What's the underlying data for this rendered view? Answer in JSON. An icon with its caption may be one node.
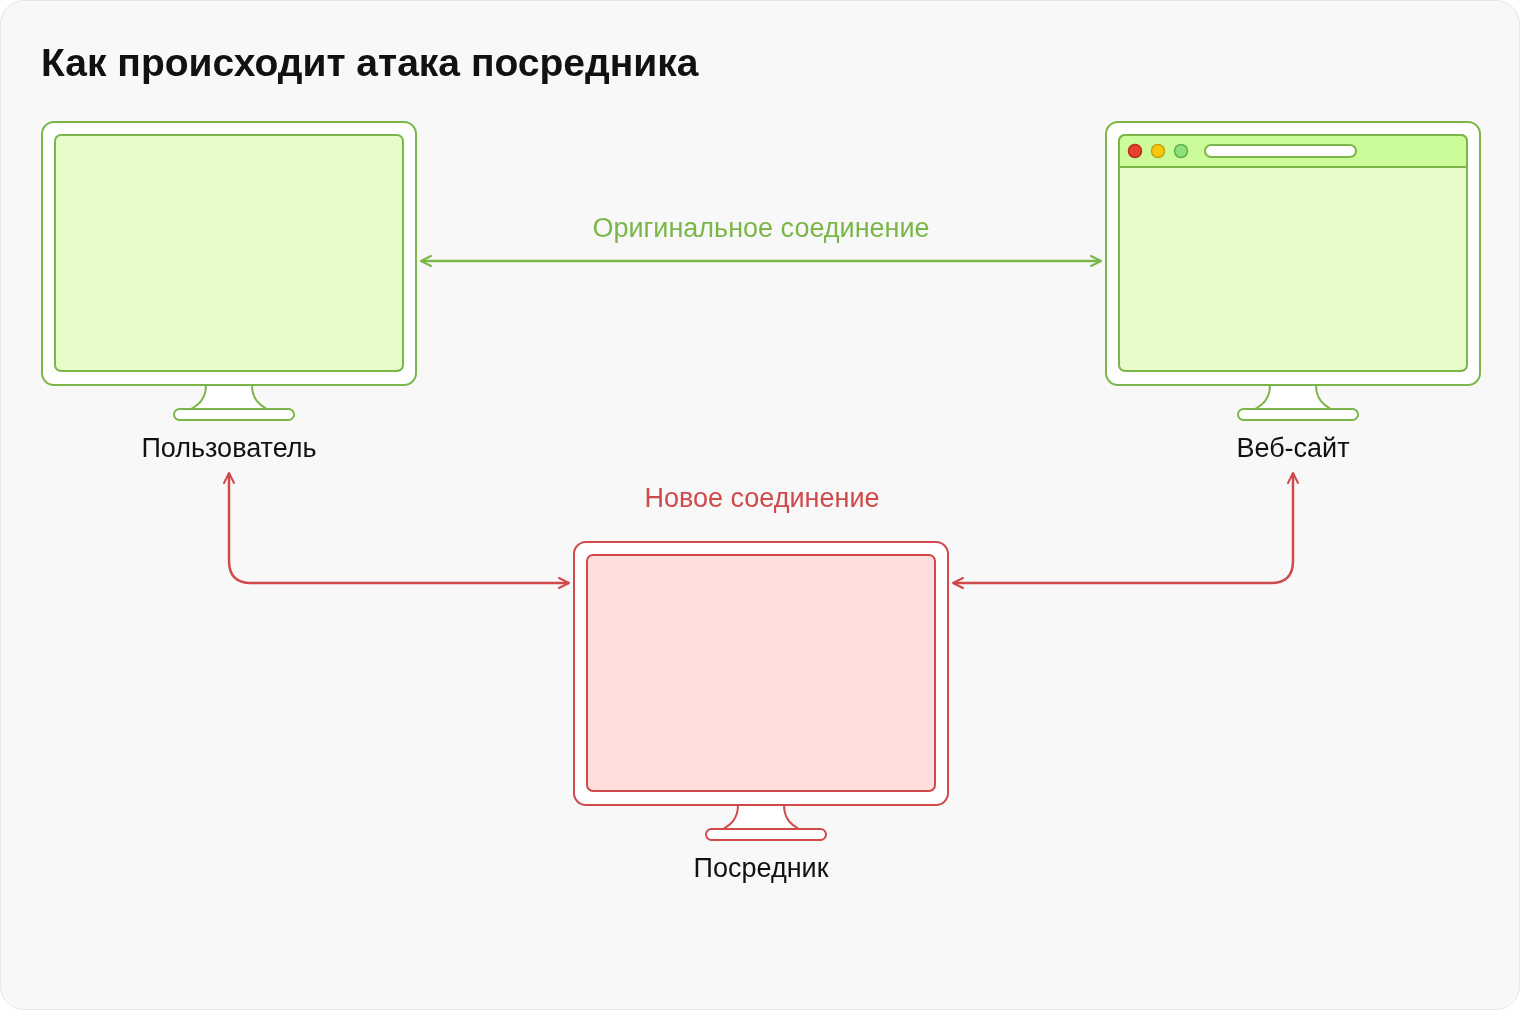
{
  "diagram": {
    "title": "Как происходит атака посредника",
    "nodes": [
      {
        "text": [
          "Пользователь"
        ]
      },
      {
        "text": [
          "Веб-сайт"
        ]
      },
      {
        "text": [
          "Посредник"
        ]
      }
    ],
    "edges": [
      {
        "from": 0,
        "to": 1,
        "arrow": "both",
        "label": "Оригинальное соединение",
        "color": "#7ab648"
      },
      {
        "from": 0,
        "to": 2,
        "arrow": "both"
      },
      {
        "from": 1,
        "to": 2,
        "arrow": "both"
      }
    ],
    "labels": [
      "Новое соединение"
    ]
  }
}
